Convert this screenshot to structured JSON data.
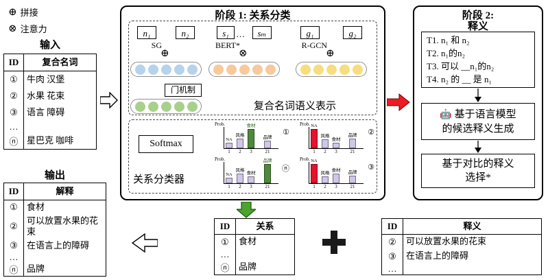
{
  "colors": {
    "blue": "#b5d3ec",
    "orange": "#f8c99d",
    "yellow": "#f7dd7e",
    "green": "#a8d08d",
    "lavender": "#cfc6e8",
    "chart_green": "#4e8a3a",
    "chart_red": "#e8112d",
    "arrow_red": "#ed1c24",
    "arrow_green": "#4ca32f"
  },
  "legend": {
    "concat_symbol": "⊕",
    "concat_label": "拼接",
    "attention_symbol": "⊗",
    "attention_label": "注意力"
  },
  "input_table": {
    "title": "输入",
    "col_id": "ID",
    "col_value": "复合名词",
    "rows": [
      {
        "id": "①",
        "value": "牛肉 汉堡"
      },
      {
        "id": "②",
        "value": "水果 花束"
      },
      {
        "id": "③",
        "value": "语言 障碍"
      },
      {
        "id": "…",
        "value": ""
      },
      {
        "id": "ⓝ",
        "value": "星巴克 咖啡"
      }
    ]
  },
  "output_table": {
    "title": "输出",
    "col_id": "ID",
    "col_value": "解释",
    "rows": [
      {
        "id": "①",
        "value": "食材"
      },
      {
        "id": "②",
        "value": "可以放置水果的花束"
      },
      {
        "id": "③",
        "value": "在语言上的障碍"
      },
      {
        "id": "…",
        "value": ""
      },
      {
        "id": "ⓝ",
        "value": "品牌"
      }
    ]
  },
  "stage1": {
    "title": "阶段 1: 关系分类",
    "n1": "n₁",
    "n2": "n₂",
    "s1": "s₁",
    "s_dots": "…",
    "sm": "sₘ",
    "g1": "g₁",
    "g2": "g₂",
    "sg_label": "SG",
    "bert_label": "BERT*",
    "rgcn_label": "R-GCN",
    "concat_symbol": "⊕",
    "attention_symbol": "⊗",
    "gate_label": "门机制",
    "semantic_label": "复合名词语义表示",
    "softmax_label": "Softmax",
    "classifier_label": "关系分类器",
    "charts": [
      {
        "id": "①",
        "ylabel": "Prob.",
        "xticks": [
          "1",
          "2",
          "3",
          "21"
        ],
        "bars": [
          {
            "label": "NA",
            "h": 0.3,
            "c": "lav"
          },
          {
            "label": "风格",
            "h": 0.5,
            "c": "lav"
          },
          {
            "label": "食材",
            "h": 1.0,
            "c": "green"
          },
          {
            "label": "品牌",
            "h": 0.4,
            "c": "lav"
          }
        ]
      },
      {
        "id": "②",
        "ylabel": "Prob.",
        "xticks": [
          "1",
          "2",
          "3",
          "21"
        ],
        "bars": [
          {
            "label": "NA",
            "h": 1.0,
            "c": "red"
          },
          {
            "label": "风格",
            "h": 0.45,
            "c": "lav"
          },
          {
            "label": "食材",
            "h": 0.3,
            "c": "lav"
          },
          {
            "label": "品牌",
            "h": 0.5,
            "c": "lav"
          }
        ]
      },
      {
        "id": "ⓝ",
        "ylabel": "Prob.",
        "xticks": [
          "1",
          "2",
          "3",
          "21"
        ],
        "bars": [
          {
            "label": "NA",
            "h": 0.3,
            "c": "lav"
          },
          {
            "label": "风格",
            "h": 0.5,
            "c": "lav"
          },
          {
            "label": "食材",
            "h": 0.35,
            "c": "lav"
          },
          {
            "label": "品牌",
            "h": 1.0,
            "c": "green"
          }
        ]
      },
      {
        "id": "③",
        "ylabel": "Prob.",
        "xticks": [
          "1",
          "2",
          "3",
          "21"
        ],
        "bars": [
          {
            "label": "NA",
            "h": 1.0,
            "c": "red"
          },
          {
            "label": "风格",
            "h": 0.35,
            "c": "lav"
          },
          {
            "label": "食材",
            "h": 0.5,
            "c": "lav"
          },
          {
            "label": "品牌",
            "h": 0.4,
            "c": "lav"
          }
        ]
      }
    ]
  },
  "stage2": {
    "title_line1": "阶段 2:",
    "title_line2": "释义",
    "templates": [
      "T1. n₁ 和 n₂",
      "T2. n₁的n₂",
      "T3. 可以 __n₁的n₂",
      "T4. n₂ 的 __ 是 n₁"
    ],
    "generation_icon": "🤖",
    "generation_line1": "基于语言模型",
    "generation_line2": "的候选释义生成",
    "selection_line1": "基于对比的释义",
    "selection_line2": "选择*"
  },
  "relation_table": {
    "col_id": "ID",
    "col_value": "关系",
    "rows": [
      {
        "id": "①",
        "value": "食材"
      },
      {
        "id": "…",
        "value": ""
      },
      {
        "id": "ⓝ",
        "value": "品牌"
      }
    ]
  },
  "paraphrase_table": {
    "col_id": "ID",
    "col_value": "释义",
    "rows": [
      {
        "id": "②",
        "value": "可以放置水果的花束"
      },
      {
        "id": "③",
        "value": "在语言上的障碍"
      },
      {
        "id": "…",
        "value": ""
      }
    ]
  }
}
